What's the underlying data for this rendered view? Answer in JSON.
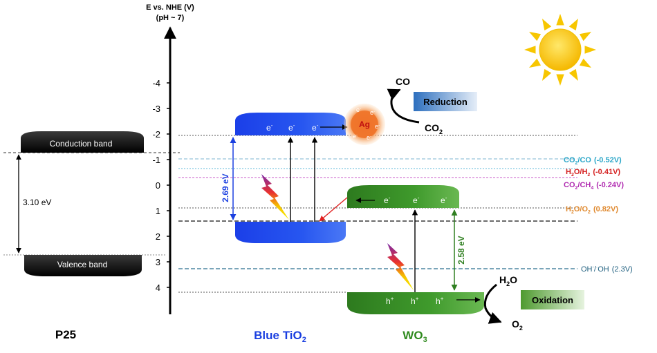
{
  "axis": {
    "title_line1": "E vs. NHE (V)",
    "title_line2": "(pH ~ 7)",
    "ticks": [
      {
        "value": -4,
        "label": "-4"
      },
      {
        "value": -3,
        "label": "-3"
      },
      {
        "value": -2,
        "label": "-2"
      },
      {
        "value": -1,
        "label": "-1"
      },
      {
        "value": 0,
        "label": "0"
      },
      {
        "value": 1,
        "label": "1"
      },
      {
        "value": 2,
        "label": "2"
      },
      {
        "value": 3,
        "label": "3"
      },
      {
        "value": 4,
        "label": "4"
      }
    ]
  },
  "p25": {
    "name": "P25",
    "cb_label": "Conduction band",
    "vb_label": "Valence band",
    "gap_label": "3.10 eV"
  },
  "blue_tio2": {
    "name_main": "Blue TiO",
    "name_sub": "2",
    "gap_label": "2.69 eV",
    "electron": "e",
    "electron_sup": "-",
    "color": "#1a3fe0"
  },
  "wo3": {
    "name_main": "WO",
    "name_sub": "3",
    "gap_label": "2.58 eV",
    "electron": "e",
    "electron_sup": "-",
    "hole": "h",
    "hole_sup": "+",
    "color": "#3a8a28"
  },
  "ag": {
    "label": "Ag",
    "electron": "e",
    "electron_sup": "-"
  },
  "reduction": {
    "label": "Reduction",
    "product": "CO",
    "reactant_main": "CO",
    "reactant_sub": "2"
  },
  "oxidation": {
    "label": "Oxidation",
    "reactant_main": "H",
    "reactant_sub": "2",
    "reactant_tail": "O",
    "product_main": "O",
    "product_sub": "2"
  },
  "potentials": [
    {
      "id": "co2-co",
      "parts": [
        "CO",
        "2",
        "/CO"
      ],
      "value": "(-0.52V)",
      "color": "#2aa6c8"
    },
    {
      "id": "h2o-h2",
      "parts": [
        "H",
        "2",
        "O/H",
        "2"
      ],
      "value": "(-0.41V)",
      "color": "#d42020"
    },
    {
      "id": "co2-ch4",
      "parts": [
        "CO",
        "2",
        "/CH",
        "4"
      ],
      "value": "(-0.24V)",
      "color": "#b02ab0"
    },
    {
      "id": "h2o-o2",
      "parts": [
        "H",
        "2",
        "O/O",
        "2"
      ],
      "value": "(0.82V)",
      "color": "#e08a30"
    },
    {
      "id": "oh",
      "parts": [
        "OH",
        "-",
        "/",
        "·",
        "OH"
      ],
      "value": "(2.3V)",
      "color": "#1f5f7f"
    }
  ],
  "colors": {
    "sun": "#f7c600",
    "sun_core": "#ffe04a",
    "ag_core": "#f07a2a",
    "reduction_box": "#4a7fc8",
    "oxidation_box": "#5fa040"
  }
}
